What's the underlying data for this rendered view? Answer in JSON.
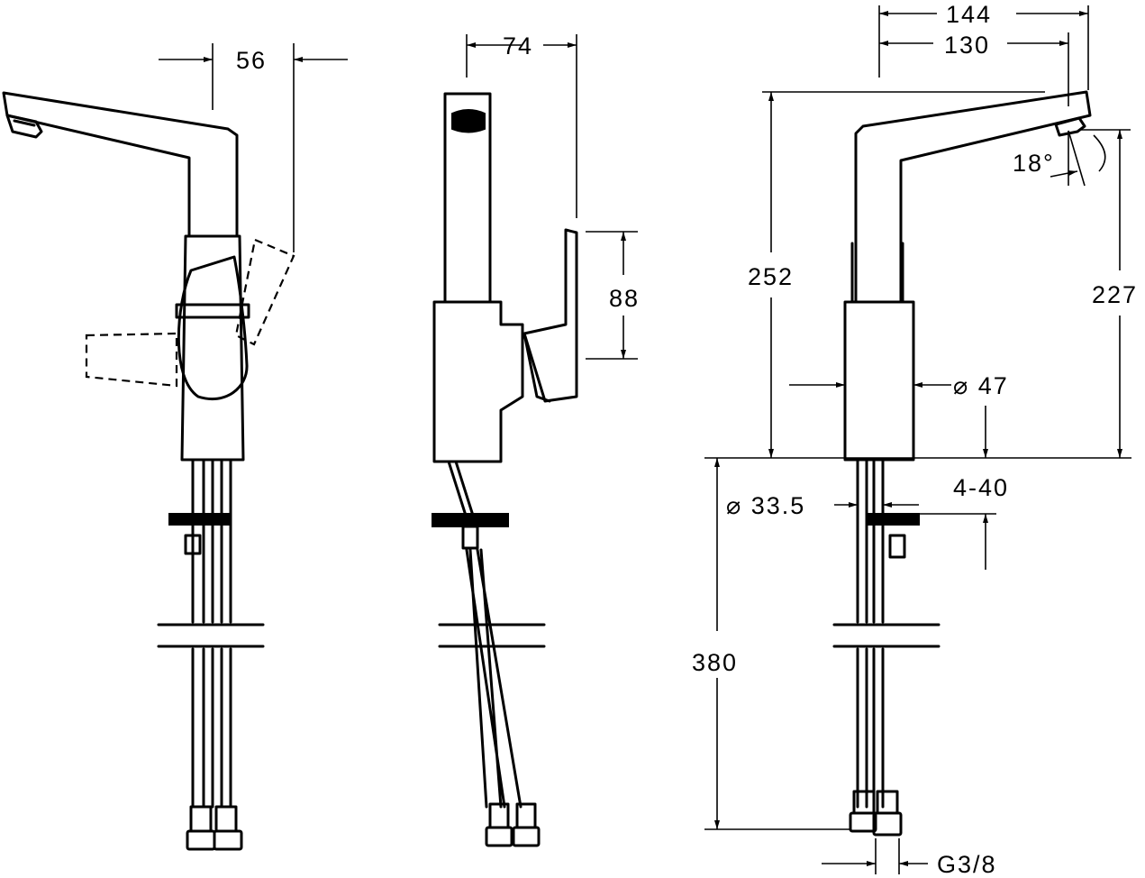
{
  "dimensions": {
    "spout_reach_offset": "56",
    "handle_depth": "74",
    "handle_height": "88",
    "overall_reach": "144",
    "spout_reach": "130",
    "spout_angle": "18°",
    "overall_height": "252",
    "outlet_height": "227",
    "body_diameter": "⌀ 47",
    "shank_diameter": "⌀ 33.5",
    "mounting_thickness": "4-40",
    "hose_length": "380",
    "thread": "G3/8"
  },
  "colors": {
    "line": "#000000",
    "background": "#ffffff"
  }
}
